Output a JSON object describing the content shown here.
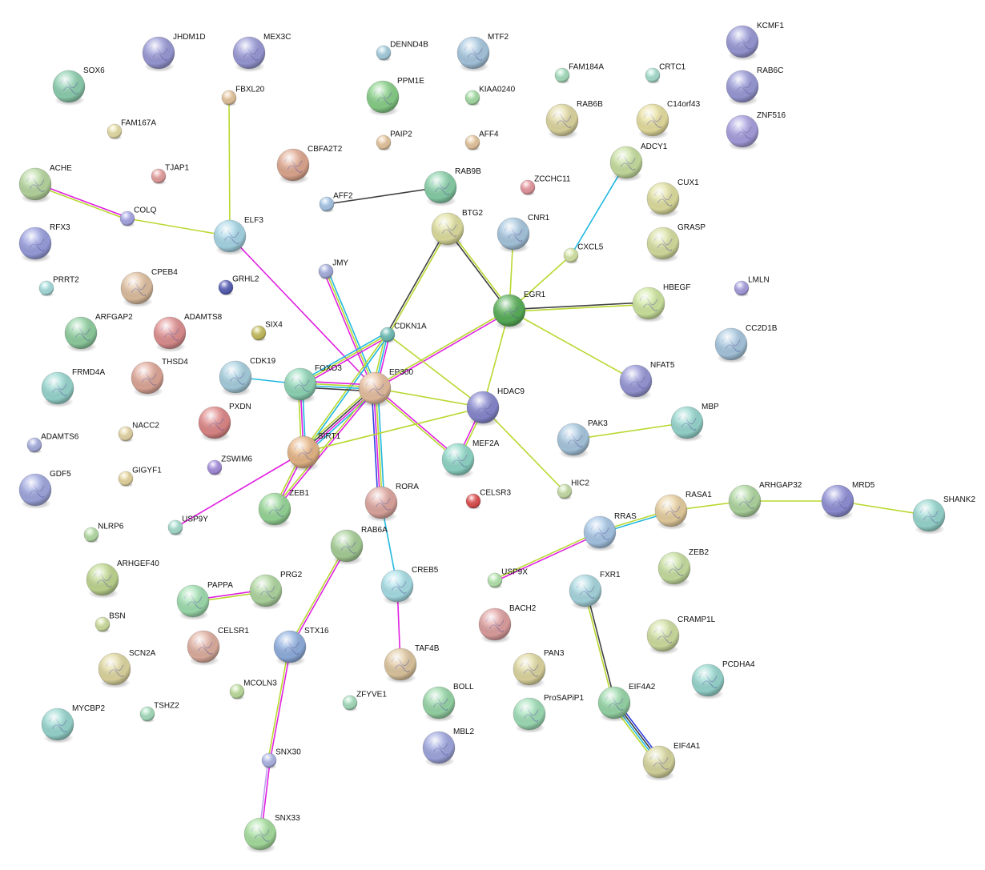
{
  "diagram": {
    "type": "protein-interaction-network",
    "edge_colors": {
      "textmining": "#b8d830",
      "experiments": "#e020e0",
      "databases": "#20b8e0",
      "coexpression": "#404040",
      "cooccurrence": "#3040e0",
      "homology": "#c0a0f0"
    },
    "nodes": [
      {
        "id": "JHDM1D",
        "label": "JHDM1D",
        "color": "#9a9ad8",
        "has_structure": true
      },
      {
        "id": "MEX3C",
        "label": "MEX3C",
        "color": "#9a9ad8",
        "has_structure": true
      },
      {
        "id": "SOX6",
        "label": "SOX6",
        "color": "#8ed0b0",
        "has_structure": true
      },
      {
        "id": "FBXL20",
        "label": "FBXL20",
        "color": "#e8c8a0",
        "has_structure": false
      },
      {
        "id": "FAM167A",
        "label": "FAM167A",
        "color": "#e8e0a8",
        "has_structure": false
      },
      {
        "id": "DENND4B",
        "label": "DENND4B",
        "color": "#a8d0e0",
        "has_structure": false
      },
      {
        "id": "MTF2",
        "label": "MTF2",
        "color": "#a8c8e0",
        "has_structure": true
      },
      {
        "id": "PPM1E",
        "label": "PPM1E",
        "color": "#88d088",
        "has_structure": true
      },
      {
        "id": "KIAA0240",
        "label": "KIAA0240",
        "color": "#a8e0a8",
        "has_structure": false
      },
      {
        "id": "FAM184A",
        "label": "FAM184A",
        "color": "#a8e0c0",
        "has_structure": false
      },
      {
        "id": "CRTC1",
        "label": "CRTC1",
        "color": "#a8e0d0",
        "has_structure": false
      },
      {
        "id": "KCMF1",
        "label": "KCMF1",
        "color": "#9a9ad8",
        "has_structure": true
      },
      {
        "id": "RAB6C",
        "label": "RAB6C",
        "color": "#9a9ad8",
        "has_structure": true
      },
      {
        "id": "ZNF516",
        "label": "ZNF516",
        "color": "#a8a0e0",
        "has_structure": true
      },
      {
        "id": "RAB6B",
        "label": "RAB6B",
        "color": "#e0d8a0",
        "has_structure": true
      },
      {
        "id": "C14orf43",
        "label": "C14orf43",
        "color": "#e8e0a0",
        "has_structure": true
      },
      {
        "id": "PAIP2",
        "label": "PAIP2",
        "color": "#e8c8a0",
        "has_structure": false
      },
      {
        "id": "AFF4",
        "label": "AFF4",
        "color": "#e8c8a0",
        "has_structure": false
      },
      {
        "id": "ADCY1",
        "label": "ADCY1",
        "color": "#c8e0a0",
        "has_structure": true
      },
      {
        "id": "CBFA2T2",
        "label": "CBFA2T2",
        "color": "#e0a890",
        "has_structure": true
      },
      {
        "id": "TJAP1",
        "label": "TJAP1",
        "color": "#e8a0a0",
        "has_structure": false
      },
      {
        "id": "ACHE",
        "label": "ACHE",
        "color": "#b8d8a0",
        "has_structure": true
      },
      {
        "id": "ZCCHC11",
        "label": "ZCCHC11",
        "color": "#e898a0",
        "has_structure": false
      },
      {
        "id": "RAB9B",
        "label": "RAB9B",
        "color": "#88d0a8",
        "has_structure": true
      },
      {
        "id": "AFF2",
        "label": "AFF2",
        "color": "#a8c8e8",
        "has_structure": false
      },
      {
        "id": "CUX1",
        "label": "CUX1",
        "color": "#e0e0a0",
        "has_structure": true
      },
      {
        "id": "COLQ",
        "label": "COLQ",
        "color": "#a8a8e8",
        "has_structure": false
      },
      {
        "id": "ELF3",
        "label": "ELF3",
        "color": "#a8d8e8",
        "has_structure": true
      },
      {
        "id": "BTG2",
        "label": "BTG2",
        "color": "#e0e0a0",
        "has_structure": true
      },
      {
        "id": "CNR1",
        "label": "CNR1",
        "color": "#a8c8e0",
        "has_structure": true
      },
      {
        "id": "RFX3",
        "label": "RFX3",
        "color": "#9aa0e0",
        "has_structure": true
      },
      {
        "id": "GRASP",
        "label": "GRASP",
        "color": "#d8e0a0",
        "has_structure": true
      },
      {
        "id": "CXCL5",
        "label": "CXCL5",
        "color": "#d8e8a8",
        "has_structure": false
      },
      {
        "id": "JMY",
        "label": "JMY",
        "color": "#a8b0e0",
        "has_structure": false
      },
      {
        "id": "PRRT2",
        "label": "PRRT2",
        "color": "#a8e0e0",
        "has_structure": false
      },
      {
        "id": "CPEB4",
        "label": "CPEB4",
        "color": "#e0c0a0",
        "has_structure": true
      },
      {
        "id": "GRHL2",
        "label": "GRHL2",
        "color": "#5860b8",
        "has_structure": false
      },
      {
        "id": "LMLN",
        "label": "LMLN",
        "color": "#a8a0e0",
        "has_structure": false
      },
      {
        "id": "EGR1",
        "label": "EGR1",
        "color": "#58b058",
        "has_structure": true
      },
      {
        "id": "HBEGF",
        "label": "HBEGF",
        "color": "#d0e8a0",
        "has_structure": true
      },
      {
        "id": "ARFGAP2",
        "label": "ARFGAP2",
        "color": "#90d0a0",
        "has_structure": true
      },
      {
        "id": "ADAMTS8",
        "label": "ADAMTS8",
        "color": "#e09090",
        "has_structure": true
      },
      {
        "id": "SIX4",
        "label": "SIX4",
        "color": "#c8c060",
        "has_structure": false
      },
      {
        "id": "CDKN1A",
        "label": "CDKN1A",
        "color": "#70c0b8",
        "has_structure": false
      },
      {
        "id": "CC2D1B",
        "label": "CC2D1B",
        "color": "#a8c8e0",
        "has_structure": true
      },
      {
        "id": "CDK19",
        "label": "CDK19",
        "color": "#a8d0e0",
        "has_structure": true
      },
      {
        "id": "FOXO3",
        "label": "FOXO3",
        "color": "#90d8b8",
        "has_structure": true
      },
      {
        "id": "EP300",
        "label": "EP300",
        "color": "#e8c0a0",
        "has_structure": true
      },
      {
        "id": "THSD4",
        "label": "THSD4",
        "color": "#e0a898",
        "has_structure": true
      },
      {
        "id": "FRMD4A",
        "label": "FRMD4A",
        "color": "#98d8d0",
        "has_structure": true
      },
      {
        "id": "NFAT5",
        "label": "NFAT5",
        "color": "#9898d8",
        "has_structure": true
      },
      {
        "id": "HDAC9",
        "label": "HDAC9",
        "color": "#8888d0",
        "has_structure": true
      },
      {
        "id": "PXDN",
        "label": "PXDN",
        "color": "#e08888",
        "has_structure": true
      },
      {
        "id": "PAK3",
        "label": "PAK3",
        "color": "#a8c8e0",
        "has_structure": true
      },
      {
        "id": "MBP",
        "label": "MBP",
        "color": "#98d8d0",
        "has_structure": true
      },
      {
        "id": "NACC2",
        "label": "NACC2",
        "color": "#e8d8a8",
        "has_structure": false
      },
      {
        "id": "ADAMTS6",
        "label": "ADAMTS6",
        "color": "#a8b0e0",
        "has_structure": false
      },
      {
        "id": "SIRT1",
        "label": "SIRT1",
        "color": "#e8b888",
        "has_structure": true
      },
      {
        "id": "MEF2A",
        "label": "MEF2A",
        "color": "#90d8c8",
        "has_structure": true
      },
      {
        "id": "ZSWIM6",
        "label": "ZSWIM6",
        "color": "#a890e0",
        "has_structure": false
      },
      {
        "id": "GDF5",
        "label": "GDF5",
        "color": "#a0a8e0",
        "has_structure": true
      },
      {
        "id": "GIGYF1",
        "label": "GIGYF1",
        "color": "#e8d8a0",
        "has_structure": false
      },
      {
        "id": "HIC2",
        "label": "HIC2",
        "color": "#c8e0a8",
        "has_structure": false
      },
      {
        "id": "CELSR3",
        "label": "CELSR3",
        "color": "#e05050",
        "has_structure": false
      },
      {
        "id": "ZEB1",
        "label": "ZEB1",
        "color": "#98d898",
        "has_structure": true
      },
      {
        "id": "RORA",
        "label": "RORA",
        "color": "#e0a8a0",
        "has_structure": true
      },
      {
        "id": "RASA1",
        "label": "RASA1",
        "color": "#e8d0a0",
        "has_structure": true
      },
      {
        "id": "ARHGAP32",
        "label": "ARHGAP32",
        "color": "#b0d8a0",
        "has_structure": true
      },
      {
        "id": "MRD5",
        "label": "MRD5",
        "color": "#9090d8",
        "has_structure": true
      },
      {
        "id": "SHANK2",
        "label": "SHANK2",
        "color": "#98d8d0",
        "has_structure": true
      },
      {
        "id": "USP9Y",
        "label": "USP9Y",
        "color": "#a8e0d0",
        "has_structure": false
      },
      {
        "id": "NLRP6",
        "label": "NLRP6",
        "color": "#b8e0a8",
        "has_structure": false
      },
      {
        "id": "RAB6A",
        "label": "RAB6A",
        "color": "#a8d098",
        "has_structure": true
      },
      {
        "id": "RRAS",
        "label": "RRAS",
        "color": "#a8c8e8",
        "has_structure": true
      },
      {
        "id": "ZEB2",
        "label": "ZEB2",
        "color": "#c8e0a0",
        "has_structure": true
      },
      {
        "id": "USP9X",
        "label": "USP9X",
        "color": "#b8e8b0",
        "has_structure": false
      },
      {
        "id": "ARHGEF40",
        "label": "ARHGEF40",
        "color": "#c0d890",
        "has_structure": true
      },
      {
        "id": "PAPPA",
        "label": "PAPPA",
        "color": "#a0e0b0",
        "has_structure": true
      },
      {
        "id": "PRG2",
        "label": "PRG2",
        "color": "#b0d8a0",
        "has_structure": true
      },
      {
        "id": "CREB5",
        "label": "CREB5",
        "color": "#a8e0e8",
        "has_structure": true
      },
      {
        "id": "FXR1",
        "label": "FXR1",
        "color": "#a8d8e0",
        "has_structure": true
      },
      {
        "id": "BACH2",
        "label": "BACH2",
        "color": "#e0a0a0",
        "has_structure": true
      },
      {
        "id": "BSN",
        "label": "BSN",
        "color": "#d0e0a0",
        "has_structure": false
      },
      {
        "id": "CRAMP1L",
        "label": "CRAMP1L",
        "color": "#d0e0a0",
        "has_structure": true
      },
      {
        "id": "CELSR1",
        "label": "CELSR1",
        "color": "#e0b0a0",
        "has_structure": true
      },
      {
        "id": "STX16",
        "label": "STX16",
        "color": "#90b0e0",
        "has_structure": true
      },
      {
        "id": "TAF4B",
        "label": "TAF4B",
        "color": "#e0c8a0",
        "has_structure": true
      },
      {
        "id": "PAN3",
        "label": "PAN3",
        "color": "#e0d8a0",
        "has_structure": true
      },
      {
        "id": "PCDHA4",
        "label": "PCDHA4",
        "color": "#98d8d0",
        "has_structure": true
      },
      {
        "id": "SCN2A",
        "label": "SCN2A",
        "color": "#e0d8a0",
        "has_structure": true
      },
      {
        "id": "MCOLN3",
        "label": "MCOLN3",
        "color": "#c0e0a0",
        "has_structure": false
      },
      {
        "id": "ZFYVE1",
        "label": "ZFYVE1",
        "color": "#a8e0c0",
        "has_structure": false
      },
      {
        "id": "BOLL",
        "label": "BOLL",
        "color": "#98d8a8",
        "has_structure": true
      },
      {
        "id": "ProSAPiP1",
        "label": "ProSAPiP1",
        "color": "#a0e0b8",
        "has_structure": true
      },
      {
        "id": "EIF4A2",
        "label": "EIF4A2",
        "color": "#98d8a8",
        "has_structure": true
      },
      {
        "id": "TSHZ2",
        "label": "TSHZ2",
        "color": "#a8e0c0",
        "has_structure": false
      },
      {
        "id": "MYCBP2",
        "label": "MYCBP2",
        "color": "#98d8d0",
        "has_structure": true
      },
      {
        "id": "MBL2",
        "label": "MBL2",
        "color": "#a0a8e0",
        "has_structure": true
      },
      {
        "id": "SNX30",
        "label": "SNX30",
        "color": "#b0b8e8",
        "has_structure": false
      },
      {
        "id": "EIF4A1",
        "label": "EIF4A1",
        "color": "#d8d8a0",
        "has_structure": true
      },
      {
        "id": "SNX33",
        "label": "SNX33",
        "color": "#a8e0a0",
        "has_structure": true
      }
    ],
    "edges": [
      {
        "source": "ACHE",
        "target": "COLQ",
        "evidence": [
          "experiments",
          "textmining"
        ]
      },
      {
        "source": "COLQ",
        "target": "ELF3",
        "evidence": [
          "textmining"
        ]
      },
      {
        "source": "FBXL20",
        "target": "ELF3",
        "evidence": [
          "textmining"
        ]
      },
      {
        "source": "ELF3",
        "target": "EP300",
        "evidence": [
          "experiments"
        ]
      },
      {
        "source": "AFF2",
        "target": "RAB9B",
        "evidence": [
          "coexpression"
        ]
      },
      {
        "source": "BTG2",
        "target": "EGR1",
        "evidence": [
          "textmining",
          "coexpression"
        ]
      },
      {
        "source": "BTG2",
        "target": "CDKN1A",
        "evidence": [
          "textmining",
          "coexpression"
        ]
      },
      {
        "source": "CNR1",
        "target": "EGR1",
        "evidence": [
          "textmining"
        ]
      },
      {
        "source": "ADCY1",
        "target": "CXCL5",
        "evidence": [
          "databases"
        ]
      },
      {
        "source": "CXCL5",
        "target": "EGR1",
        "evidence": [
          "textmining"
        ]
      },
      {
        "source": "EGR1",
        "target": "HBEGF",
        "evidence": [
          "coexpression",
          "textmining"
        ]
      },
      {
        "source": "EGR1",
        "target": "NFAT5",
        "evidence": [
          "textmining"
        ]
      },
      {
        "source": "EGR1",
        "target": "HDAC9",
        "evidence": [
          "textmining"
        ]
      },
      {
        "source": "EGR1",
        "target": "EP300",
        "evidence": [
          "experiments",
          "textmining"
        ]
      },
      {
        "source": "JMY",
        "target": "EP300",
        "evidence": [
          "databases",
          "textmining",
          "experiments"
        ]
      },
      {
        "source": "CDK19",
        "target": "FOXO3",
        "evidence": [
          "databases"
        ]
      },
      {
        "source": "CDKN1A",
        "target": "FOXO3",
        "evidence": [
          "experiments",
          "textmining",
          "databases"
        ]
      },
      {
        "source": "CDKN1A",
        "target": "EP300",
        "evidence": [
          "experiments",
          "databases",
          "textmining"
        ]
      },
      {
        "source": "CDKN1A",
        "target": "SIRT1",
        "evidence": [
          "databases",
          "textmining"
        ]
      },
      {
        "source": "CDKN1A",
        "target": "HDAC9",
        "evidence": [
          "textmining"
        ]
      },
      {
        "source": "FOXO3",
        "target": "EP300",
        "evidence": [
          "experiments",
          "textmining",
          "databases",
          "coexpression"
        ]
      },
      {
        "source": "FOXO3",
        "target": "SIRT1",
        "evidence": [
          "databases",
          "experiments",
          "textmining"
        ]
      },
      {
        "source": "EP300",
        "target": "SIRT1",
        "evidence": [
          "databases",
          "experiments",
          "coexpression",
          "textmining"
        ]
      },
      {
        "source": "EP300",
        "target": "ZEB1",
        "evidence": [
          "experiments",
          "textmining"
        ]
      },
      {
        "source": "EP300",
        "target": "RORA",
        "evidence": [
          "databases",
          "textmining",
          "experiments",
          "cooccurrence"
        ]
      },
      {
        "source": "EP300",
        "target": "HDAC9",
        "evidence": [
          "textmining"
        ]
      },
      {
        "source": "EP300",
        "target": "MEF2A",
        "evidence": [
          "experiments",
          "textmining"
        ]
      },
      {
        "source": "SIRT1",
        "target": "HDAC9",
        "evidence": [
          "textmining"
        ]
      },
      {
        "source": "SIRT1",
        "target": "ZEB1",
        "evidence": [
          "experiments",
          "textmining"
        ]
      },
      {
        "source": "SIRT1",
        "target": "USP9Y",
        "evidence": [
          "experiments"
        ]
      },
      {
        "source": "HDAC9",
        "target": "MEF2A",
        "evidence": [
          "textmining",
          "experiments"
        ]
      },
      {
        "source": "HDAC9",
        "target": "HIC2",
        "evidence": [
          "textmining"
        ]
      },
      {
        "source": "RORA",
        "target": "CREB5",
        "evidence": [
          "databases"
        ]
      },
      {
        "source": "RAB6A",
        "target": "STX16",
        "evidence": [
          "experiments",
          "textmining"
        ]
      },
      {
        "source": "CREB5",
        "target": "TAF4B",
        "evidence": [
          "experiments"
        ]
      },
      {
        "source": "PAPPA",
        "target": "PRG2",
        "evidence": [
          "experiments",
          "textmining"
        ]
      },
      {
        "source": "STX16",
        "target": "SNX30",
        "evidence": [
          "experiments",
          "textmining"
        ]
      },
      {
        "source": "SNX30",
        "target": "SNX33",
        "evidence": [
          "experiments",
          "homology"
        ]
      },
      {
        "source": "PAK3",
        "target": "MBP",
        "evidence": [
          "textmining"
        ]
      },
      {
        "source": "RASA1",
        "target": "RRAS",
        "evidence": [
          "databases",
          "textmining"
        ]
      },
      {
        "source": "RASA1",
        "target": "ARHGAP32",
        "evidence": [
          "textmining"
        ]
      },
      {
        "source": "ARHGAP32",
        "target": "MRD5",
        "evidence": [
          "textmining"
        ]
      },
      {
        "source": "MRD5",
        "target": "SHANK2",
        "evidence": [
          "textmining"
        ]
      },
      {
        "source": "RRAS",
        "target": "USP9X",
        "evidence": [
          "experiments",
          "textmining"
        ]
      },
      {
        "source": "FXR1",
        "target": "EIF4A2",
        "evidence": [
          "coexpression",
          "textmining"
        ]
      },
      {
        "source": "EIF4A2",
        "target": "EIF4A1",
        "evidence": [
          "cooccurrence",
          "coexpression",
          "databases",
          "textmining"
        ]
      }
    ]
  }
}
